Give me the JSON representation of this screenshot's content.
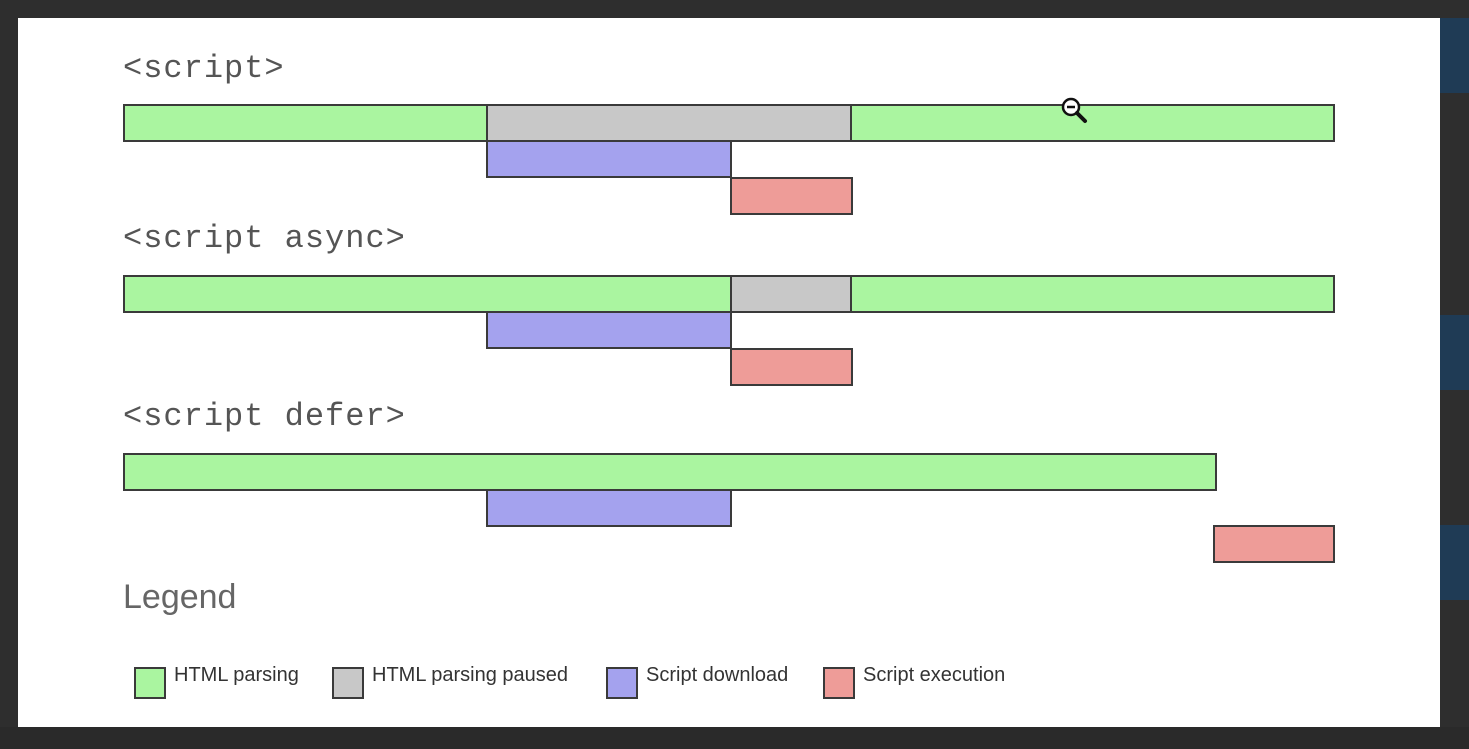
{
  "sections": [
    {
      "heading": "<script>"
    },
    {
      "heading": "<script async>"
    },
    {
      "heading": "<script defer>"
    }
  ],
  "legend": {
    "title": "Legend",
    "items": [
      {
        "label": "HTML parsing",
        "color": "#aaf5a0"
      },
      {
        "label": "HTML parsing paused",
        "color": "#c8c8c8"
      },
      {
        "label": "Script download",
        "color": "#a4a2ee"
      },
      {
        "label": "Script execution",
        "color": "#ee9c98"
      }
    ]
  },
  "cursor": {
    "icon": "zoom-out-icon"
  }
}
